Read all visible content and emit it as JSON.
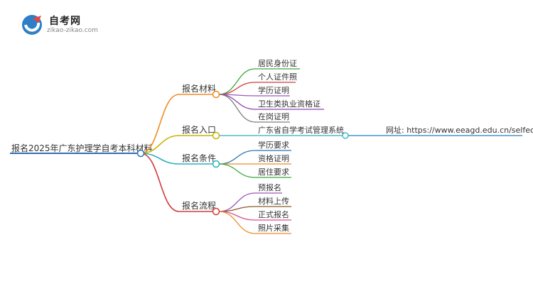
{
  "logo": {
    "title": "自考网",
    "subtitle": "zikao-zikao.com"
  },
  "mindmap": {
    "root": "报名2025年广东护理学自考本科材料",
    "branches": [
      {
        "label": "报名材料",
        "color": "#f08a24",
        "children": [
          {
            "label": "居民身份证",
            "color": "#3aa63a"
          },
          {
            "label": "个人证件照",
            "color": "#d23b3b"
          },
          {
            "label": "学历证明",
            "color": "#9b59b6"
          },
          {
            "label": "卫生类执业资格证",
            "color": "#8e44ad"
          },
          {
            "label": "在岗证明",
            "color": "#7f7f7f"
          }
        ]
      },
      {
        "label": "报名入口",
        "color": "#c8b400",
        "children": [
          {
            "label": "广东省自学考试管理系统",
            "color": "#2bb0c0",
            "children": [
              {
                "label": "网址: https://www.eeagd.edu.cn/selfec/",
                "color": "#2a7fbf"
              }
            ]
          }
        ]
      },
      {
        "label": "报名条件",
        "color": "#2bb0c0",
        "children": [
          {
            "label": "学历要求",
            "color": "#2a6fb8"
          },
          {
            "label": "资格证明",
            "color": "#f08a24"
          },
          {
            "label": "居住要求",
            "color": "#3aa63a"
          }
        ]
      },
      {
        "label": "报名流程",
        "color": "#d23b3b",
        "children": [
          {
            "label": "预报名",
            "color": "#9b59b6"
          },
          {
            "label": "材料上传",
            "color": "#8b5a2b"
          },
          {
            "label": "正式报名",
            "color": "#d94f8a"
          },
          {
            "label": "照片采集",
            "color": "#f08a24"
          }
        ]
      }
    ]
  }
}
